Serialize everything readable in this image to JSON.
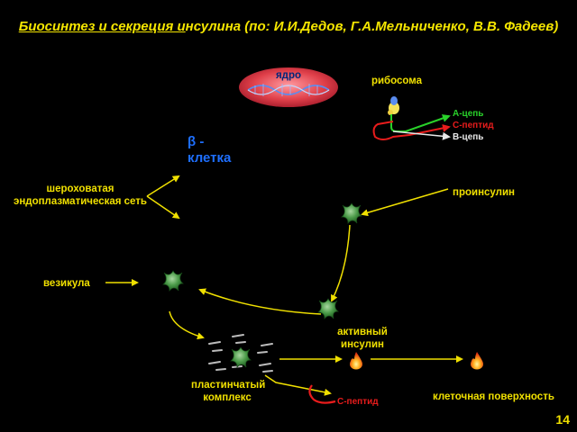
{
  "title_part1": "Биосинтез и секреция и",
  "title_part2": "нсулина (по: И.И.Дедов, Г.А.Мельниченко, В.В. Фадеев)",
  "nucleus_label": "ядро",
  "ribosome_label": "рибосома",
  "chain_a": "А-цепь",
  "c_peptide_chain": "С-пептид",
  "chain_b": "В-цепь",
  "beta_cell": "β - клетка",
  "er_label": "шероховатая эндоплазматическая сеть",
  "proinsulin_label": "проинсулин",
  "vesicle_label": "везикула",
  "active_insulin_label": "активный инсулин",
  "golgi_label": "пластинчатый комплекс",
  "c_peptide_label": "С-пептид",
  "cell_surface_label": "клеточная поверхность",
  "page_number": "14",
  "colors": {
    "text_yellow": "#f0e000",
    "chain_a": "#29d12a",
    "c_peptide": "#e81c1c",
    "chain_b": "#e8e8e8",
    "beta": "#1e6fff",
    "molecule_green": "#3b8a3a"
  },
  "icons": [
    "dna-icon",
    "ribosome-icon",
    "proinsulin-molecule-icon",
    "flame-icon"
  ]
}
